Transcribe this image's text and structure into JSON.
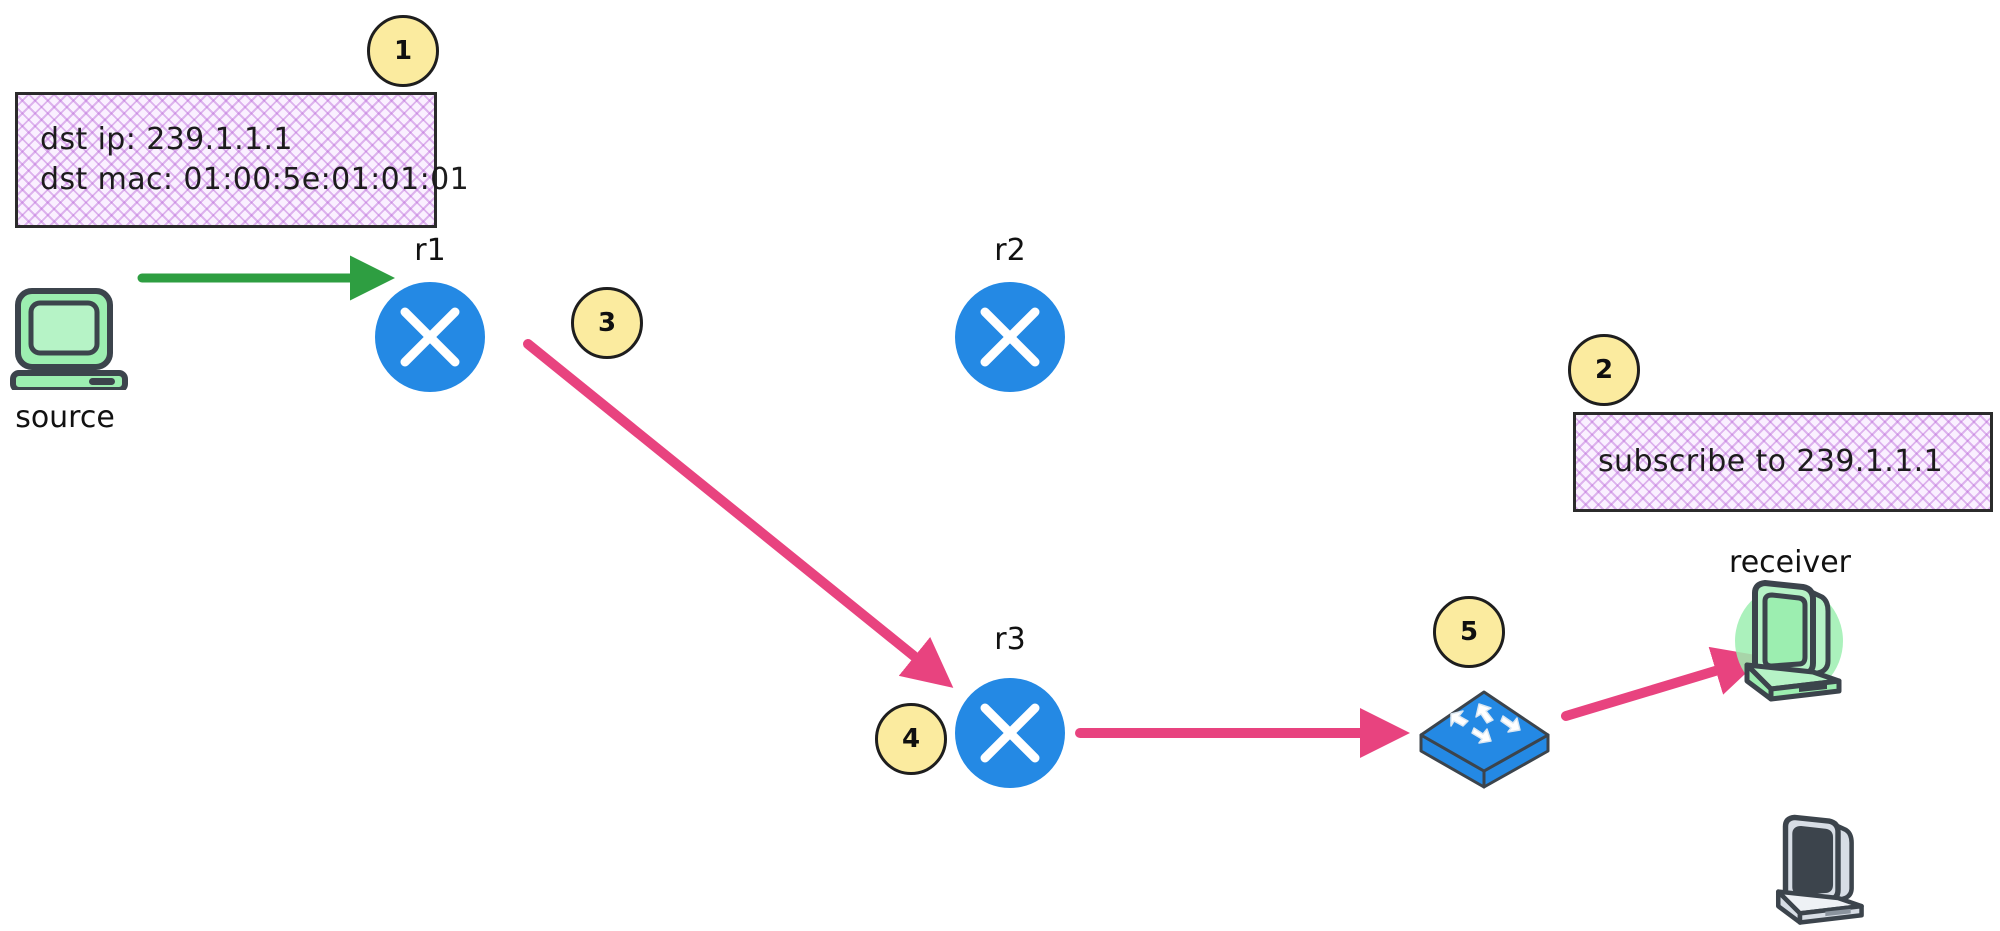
{
  "diagram": {
    "title": "multicast forwarding diagram",
    "background": "#ffffff",
    "colors": {
      "router_blue": "#2489e4",
      "switch_blue": "#2489e4",
      "arrow_pink": "#e8437f",
      "arrow_green": "#2e9e41",
      "badge_yellow": "#fbeb9f",
      "note_purple": "#faf0ff",
      "host_green": "#9ceeb0",
      "outline_dark": "#3c444c"
    }
  },
  "notes": [
    {
      "id": "packet-header-note",
      "lines": [
        "dst ip: 239.1.1.1",
        "dst mac: 01:00:5e:01:01:01"
      ]
    },
    {
      "id": "subscribe-note",
      "lines": [
        "subscribe to 239.1.1.1"
      ]
    }
  ],
  "badges": [
    {
      "id": "badge-1",
      "label": "1"
    },
    {
      "id": "badge-2",
      "label": "2"
    },
    {
      "id": "badge-3",
      "label": "3"
    },
    {
      "id": "badge-4",
      "label": "4"
    },
    {
      "id": "badge-5",
      "label": "5"
    }
  ],
  "routers": [
    {
      "id": "r1",
      "label": "r1",
      "icon": "router-x-icon"
    },
    {
      "id": "r2",
      "label": "r2",
      "icon": "router-x-icon"
    },
    {
      "id": "r3",
      "label": "r3",
      "icon": "router-x-icon"
    }
  ],
  "hosts": [
    {
      "id": "source",
      "label": "source",
      "icon": "computer-icon",
      "state": "active"
    },
    {
      "id": "receiver",
      "label": "receiver",
      "icon": "computer-3d-icon",
      "state": "active"
    },
    {
      "id": "host-idle",
      "label": "",
      "icon": "computer-3d-icon",
      "state": "idle"
    }
  ],
  "devices": [
    {
      "id": "switch",
      "label": "",
      "icon": "network-switch-icon"
    }
  ],
  "arrows": [
    {
      "id": "arrow-source-to-r1",
      "color": "#2e9e41",
      "from": "source",
      "to": "r1"
    },
    {
      "id": "arrow-r1-to-r3",
      "color": "#e8437f",
      "from": "r1",
      "to": "r3"
    },
    {
      "id": "arrow-r3-to-switch",
      "color": "#e8437f",
      "from": "r3",
      "to": "switch"
    },
    {
      "id": "arrow-switch-to-receiver",
      "color": "#e8437f",
      "from": "switch",
      "to": "receiver"
    }
  ]
}
